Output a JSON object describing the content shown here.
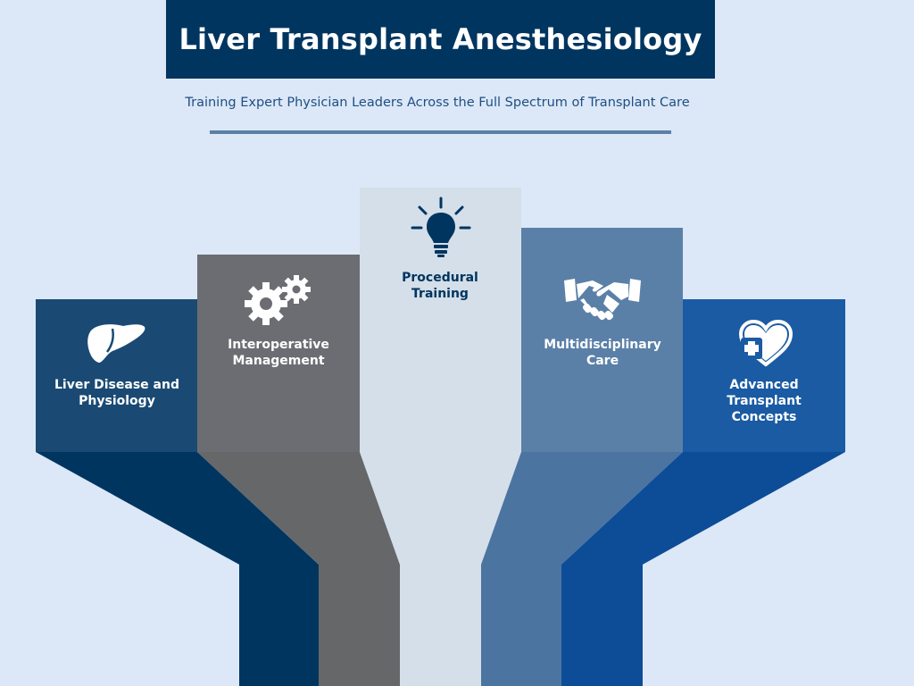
{
  "header": {
    "title": "Liver Transplant Anesthesiology",
    "subtitle": "Training Expert Physician Leaders Across the Full Spectrum of Transplant Care"
  },
  "pillars": [
    {
      "label": "Liver Disease and Physiology",
      "icon": "liver-icon",
      "color": "#1a4a73",
      "stem_color": "#003560"
    },
    {
      "label": "Interoperative Management",
      "icon": "gears-icon",
      "color": "#6c6d72",
      "stem_color": "#666769"
    },
    {
      "label": "Procedural Training",
      "icon": "lightbulb-icon",
      "color": "#d4dfe9",
      "stem_color": "#d4dfe9"
    },
    {
      "label": "Multidisciplinary Care",
      "icon": "handshake-icon",
      "color": "#5b80a8",
      "stem_color": "#4c74a0"
    },
    {
      "label": "Advanced Transplant Concepts",
      "icon": "heart-plus-icon",
      "color": "#1a5ba3",
      "stem_color": "#0d4c97"
    }
  ]
}
